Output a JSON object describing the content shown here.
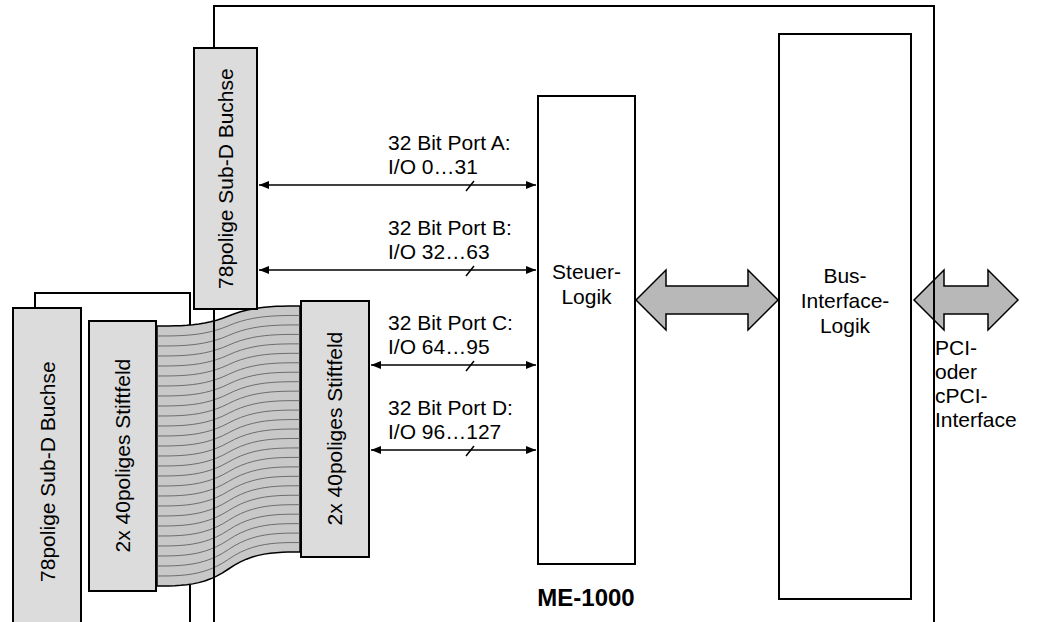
{
  "diagram": {
    "nodes": [
      {
        "text": [
          "ME-1000"
        ]
      },
      {
        "text": [
          "78polige Sub-D Buchse"
        ]
      },
      {
        "text": [
          "78polige Sub-D Buchse"
        ]
      },
      {
        "text": [
          "2x 40poliges Stiftfeld"
        ]
      },
      {
        "text": [
          "2x 40poliges Stiftfeld"
        ],
        "in": 0
      },
      {
        "text": [
          "Steuer- Logik"
        ],
        "in": 0
      },
      {
        "text": [
          "Bus- Interface- Logik"
        ],
        "in": 0
      }
    ],
    "edges": [
      {
        "from": 1,
        "to": 5,
        "label": "32 Bit Port A: I/O 0…31",
        "arrow": "both"
      },
      {
        "from": 1,
        "to": 5,
        "label": "32 Bit Port B: I/O 32…63",
        "arrow": "both"
      },
      {
        "from": 4,
        "to": 5,
        "label": "32 Bit Port C: I/O 64…95",
        "arrow": "both"
      },
      {
        "from": 4,
        "to": 5,
        "label": "32 Bit Port D: I/O 96…127",
        "arrow": "both"
      },
      {
        "from": 3,
        "to": 4,
        "arrow": "none"
      },
      {
        "from": 5,
        "to": 6,
        "arrow": "both"
      }
    ],
    "labels": [
      "PCI- oder cPCI- Interface"
    ]
  }
}
